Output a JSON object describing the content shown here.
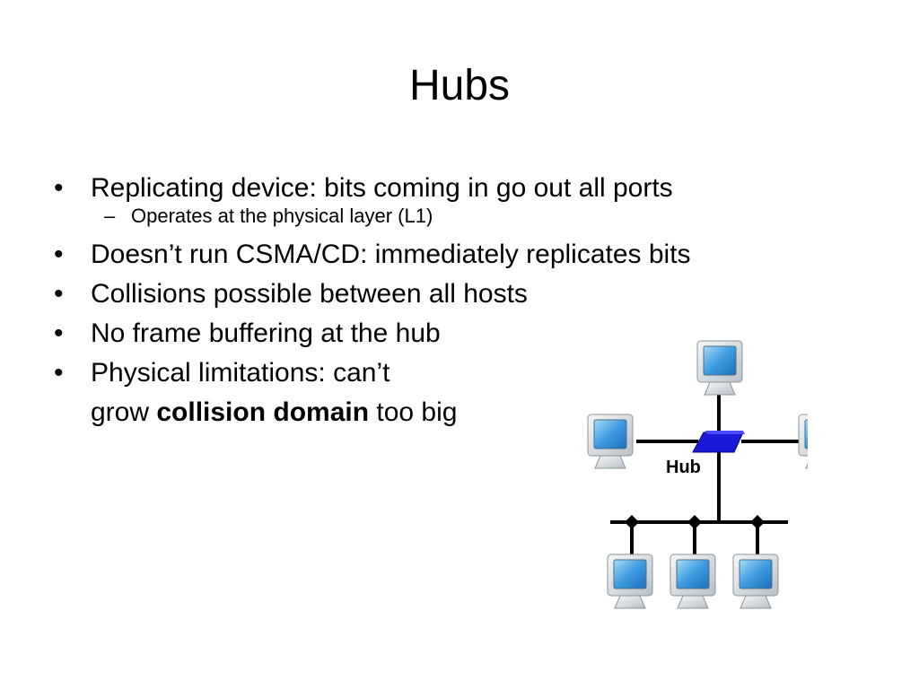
{
  "slide": {
    "title": "Hubs",
    "bullets": [
      {
        "text": "Replicating device: bits coming in go out all ports"
      },
      {
        "text": "Doesn’t run CSMA/CD: immediately replicates bits"
      },
      {
        "text": "Collisions possible between all hosts"
      },
      {
        "text": "No frame buffering at the hub"
      },
      {
        "line1": "Physical limitations: can’t",
        "line2_prefix": "grow ",
        "line2_bold": "collision domain",
        "line2_suffix": " too big"
      }
    ],
    "sub_bullet": "Operates at the physical layer (L1)",
    "bullet_glyph": "•",
    "dash_glyph": "–"
  },
  "diagram": {
    "hub_label": "Hub",
    "colors": {
      "hub": "#1a1ad6",
      "monitor_frame": "#e4e8ea",
      "screen": "#3d9be0",
      "line": "#000000"
    },
    "icons": [
      "computer-icon",
      "hub-icon"
    ]
  }
}
